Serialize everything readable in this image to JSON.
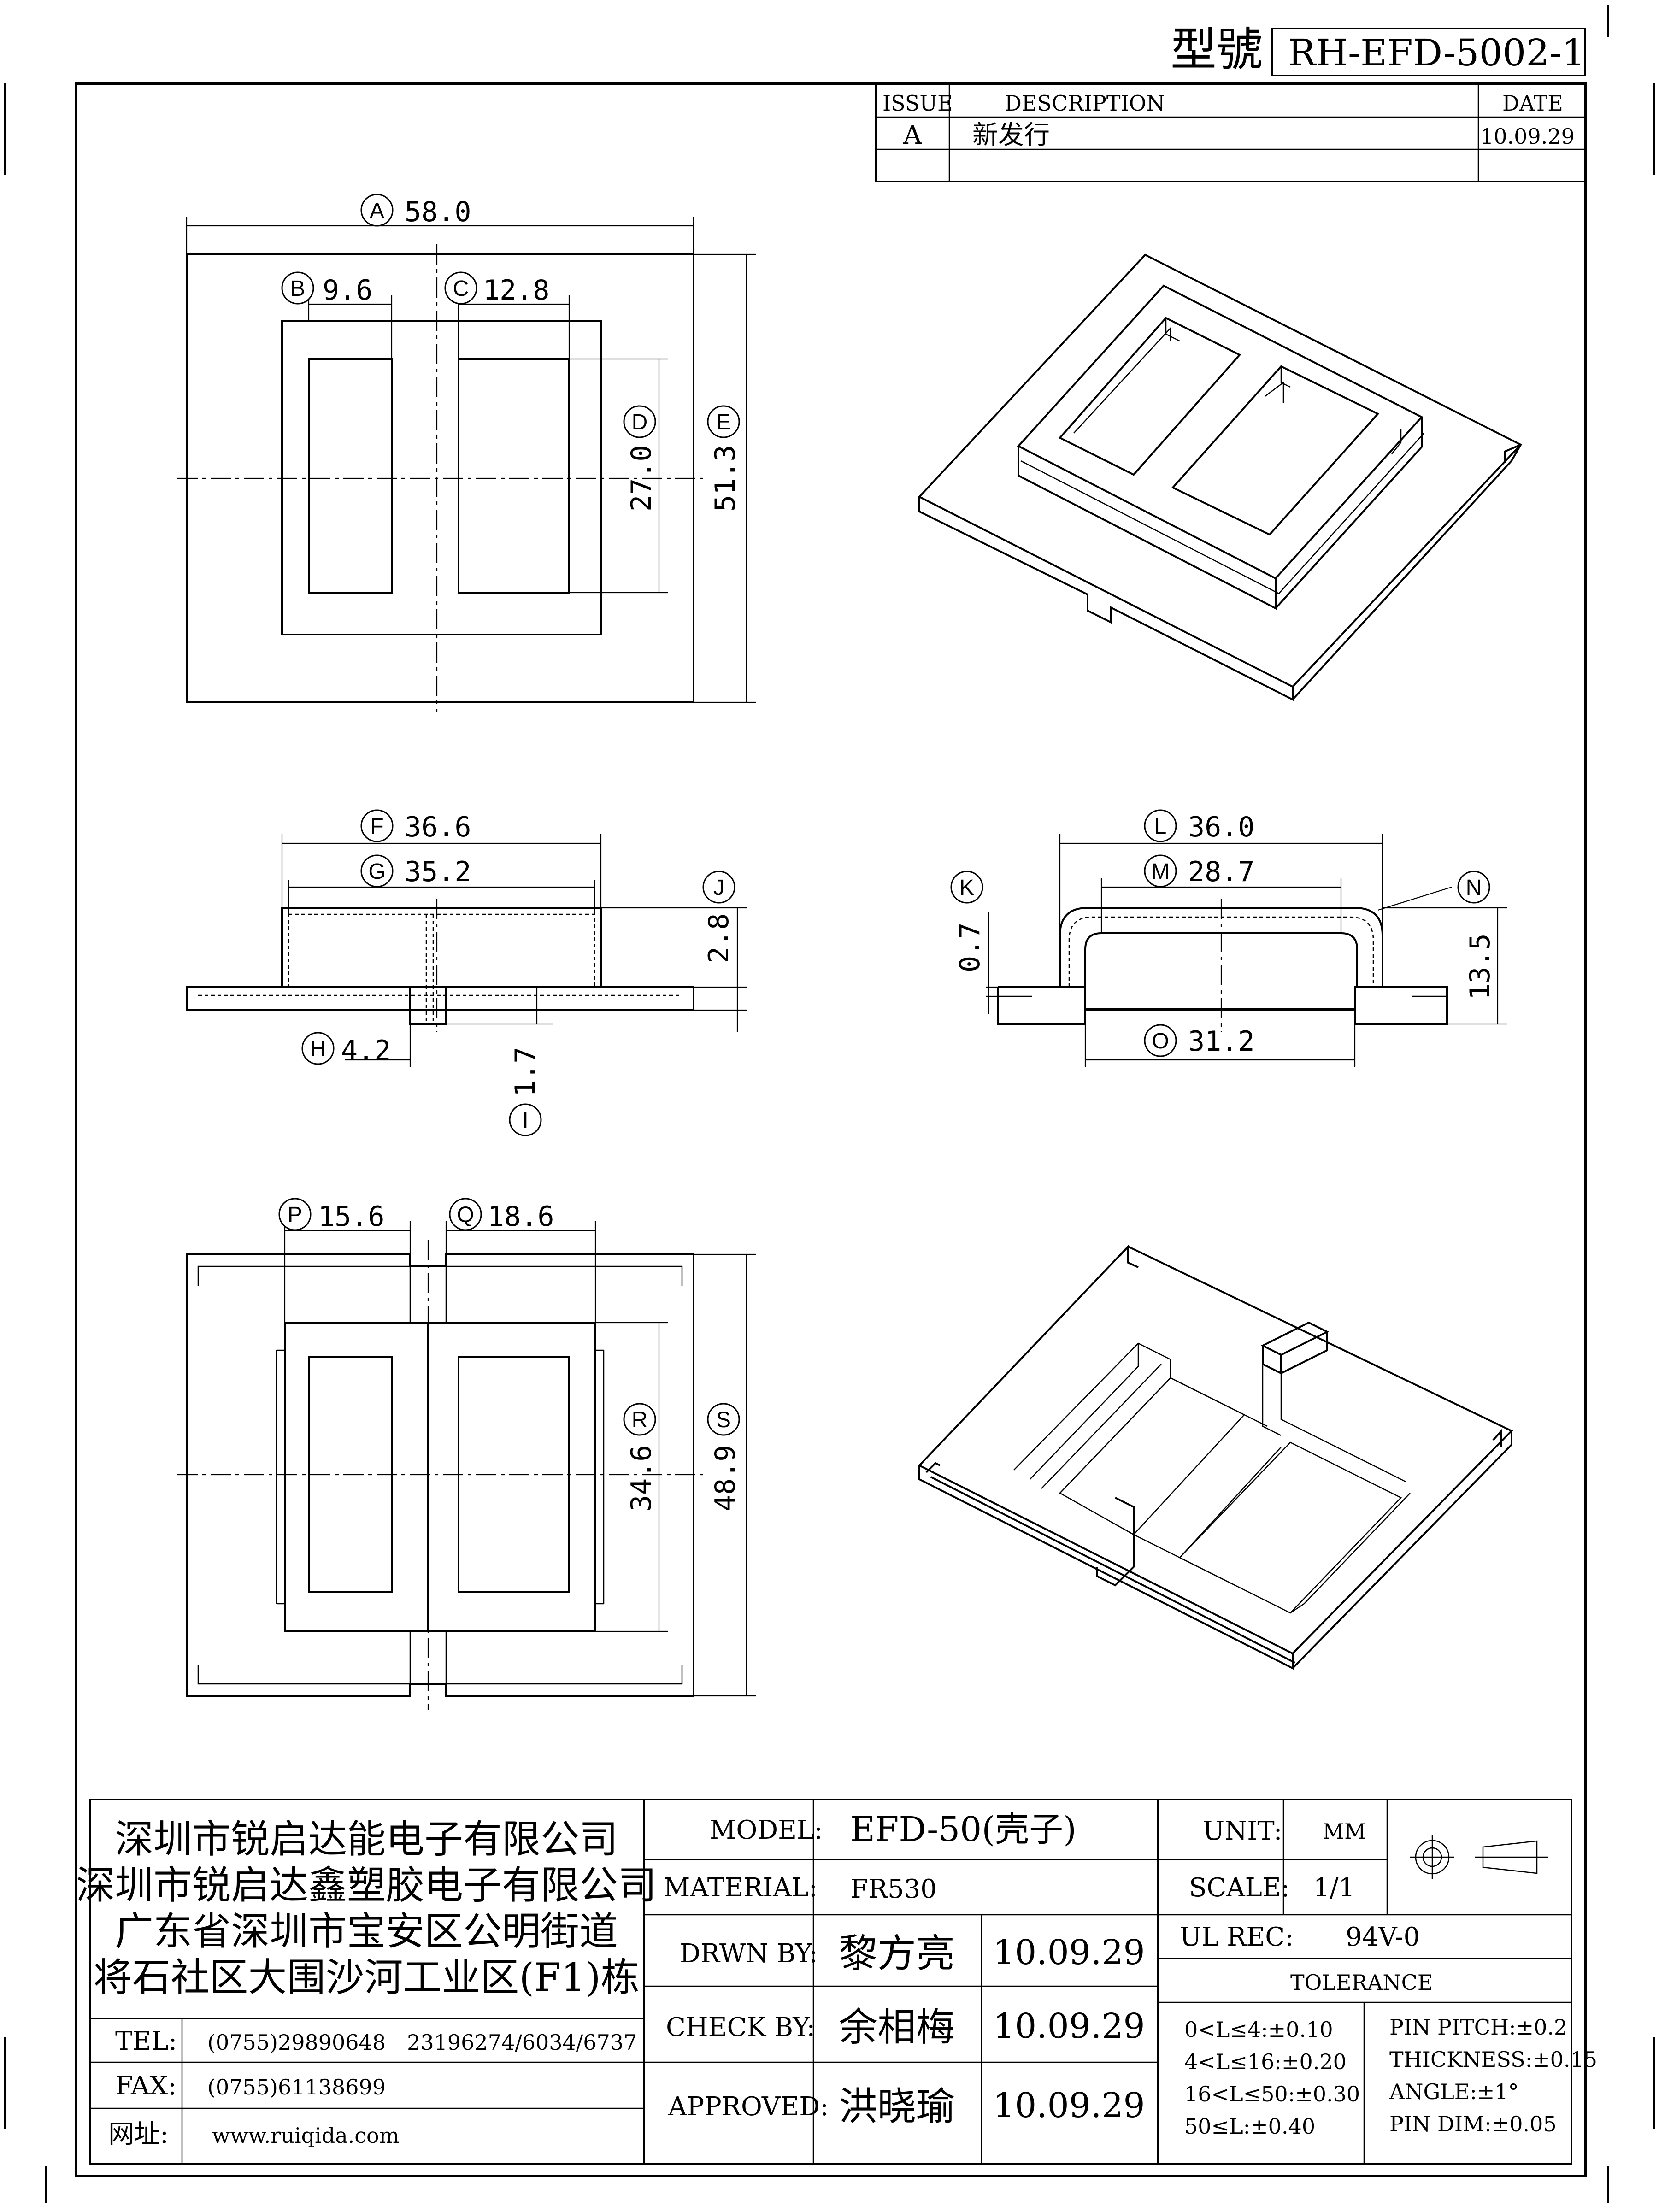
{
  "model_label": "型號",
  "model_number": "RH-EFD-5002-1",
  "revision_table": {
    "headers": {
      "issue": "ISSUE",
      "description": "DESCRIPTION",
      "date": "DATE"
    },
    "rows": [
      {
        "issue": "A",
        "description": "新发行",
        "date": "10.09.29"
      }
    ]
  },
  "top_view": {
    "A": {
      "label": "A",
      "value": "58.0"
    },
    "B": {
      "label": "B",
      "value": "9.6"
    },
    "C": {
      "label": "C",
      "value": "12.8"
    },
    "D": {
      "label": "D",
      "value": "27.0"
    },
    "E": {
      "label": "E",
      "value": "51.3"
    }
  },
  "front_view": {
    "F": {
      "label": "F",
      "value": "36.6"
    },
    "G": {
      "label": "G",
      "value": "35.2"
    },
    "H": {
      "label": "H",
      "value": "4.2"
    },
    "I": {
      "label": "I",
      "value": "1.7"
    },
    "J": {
      "label": "J",
      "value": "2.8"
    }
  },
  "side_view": {
    "K": {
      "label": "K",
      "value": "0.7"
    },
    "L": {
      "label": "L",
      "value": "36.0"
    },
    "M": {
      "label": "M",
      "value": "28.7"
    },
    "N": {
      "label": "N",
      "value": "13.5"
    },
    "O": {
      "label": "O",
      "value": "31.2"
    }
  },
  "bottom_view": {
    "P": {
      "label": "P",
      "value": "15.6"
    },
    "Q": {
      "label": "Q",
      "value": "18.6"
    },
    "R": {
      "label": "R",
      "value": "34.6"
    },
    "S": {
      "label": "S",
      "value": "48.9"
    }
  },
  "company": {
    "lines": [
      "深圳市锐启达能电子有限公司",
      "深圳市锐启达鑫塑胶电子有限公司",
      "广东省深圳市宝安区公明街道",
      "将石社区大围沙河工业区(F1)栋"
    ],
    "tel_label": "TEL:",
    "tel": "(0755)29890648　23196274/6034/6737",
    "fax_label": "FAX:",
    "fax": "(0755)61138699",
    "web_label": "网址:",
    "web": "www.ruiqida.com"
  },
  "title_block": {
    "model_label": "MODEL:",
    "model": "EFD-50(壳子)",
    "material_label": "MATERIAL:",
    "material": "FR530",
    "drawn_label": "DRWN BY:",
    "drawn_by": "黎方亮",
    "drawn_date": "10.09.29",
    "check_label": "CHECK BY:",
    "check_by": "余相梅",
    "check_date": "10.09.29",
    "approved_label": "APPROVED:",
    "approved_by": "洪晓瑜",
    "approved_date": "10.09.29",
    "unit_label": "UNIT:",
    "unit": "MM",
    "scale_label": "SCALE:",
    "scale": "1/1",
    "ul_label": "UL REC:",
    "ul": "94V-0",
    "tolerance_label": "TOLERANCE",
    "tolerances_left": [
      "0<L≤4:±0.10",
      "4<L≤16:±0.20",
      "16<L≤50:±0.30",
      "50≤L:±0.40"
    ],
    "tolerances_right": [
      "PIN PITCH:±0.2",
      "THICKNESS:±0.15",
      "ANGLE:±1°",
      "PIN DIM:±0.05"
    ]
  }
}
